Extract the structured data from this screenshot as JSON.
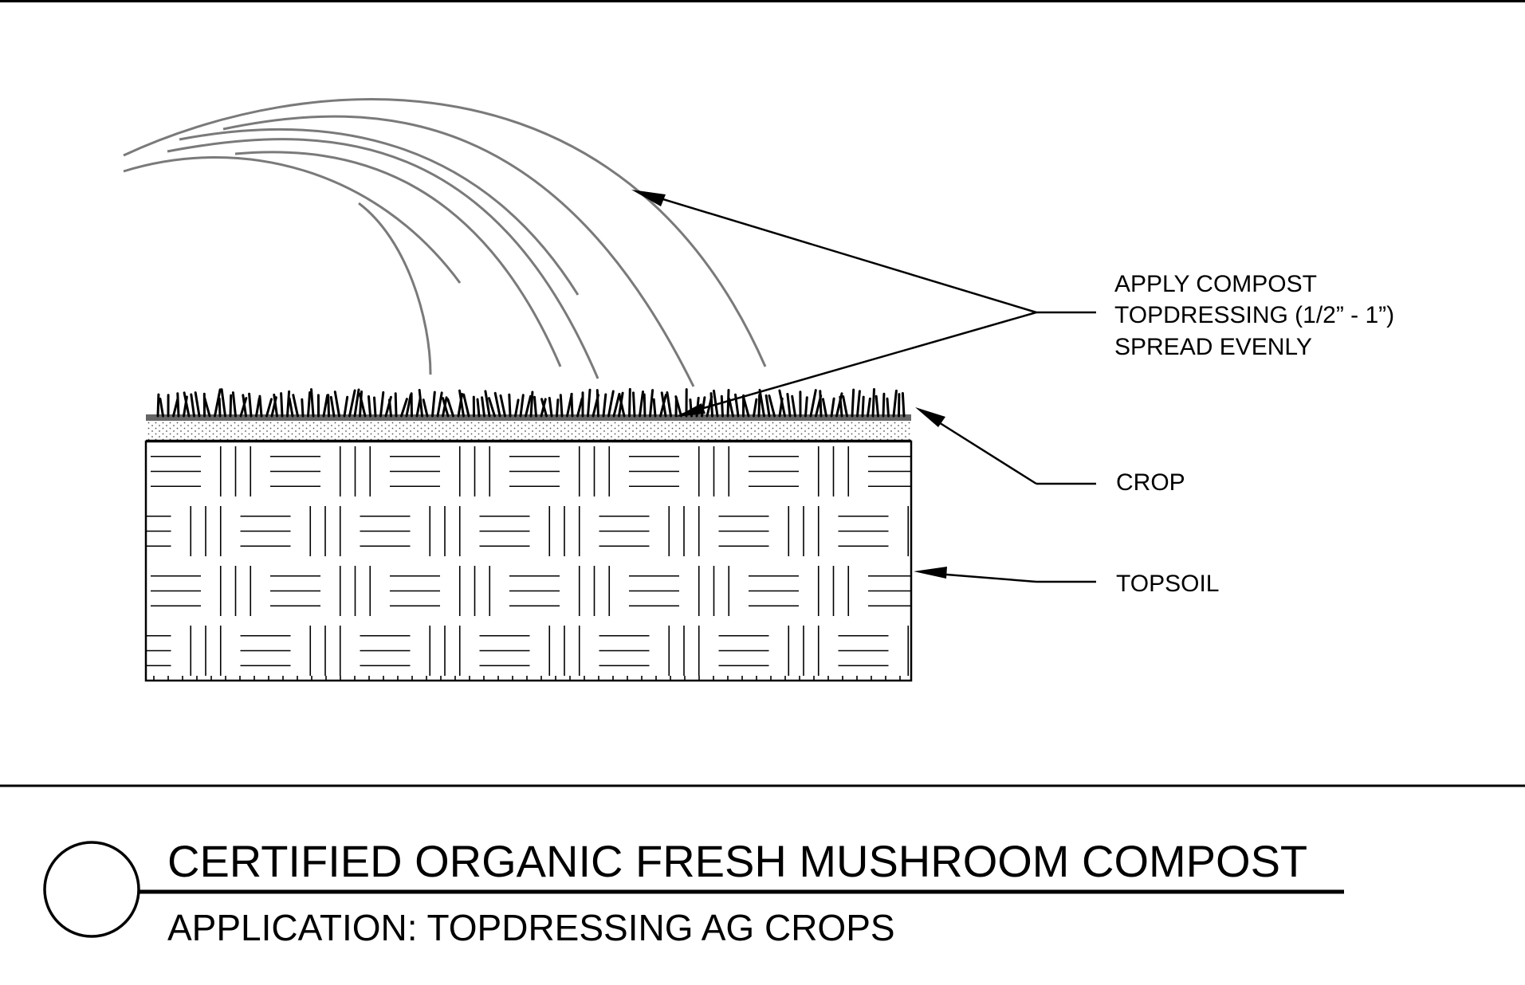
{
  "callouts": {
    "compost": {
      "line1": "APPLY COMPOST",
      "line2": "TOPDRESSING (1/2” - 1”)",
      "line3": "SPREAD EVENLY"
    },
    "crop": "CROP",
    "topsoil": "TOPSOIL"
  },
  "title_block": {
    "title": "CERTIFIED ORGANIC FRESH MUSHROOM COMPOST",
    "subtitle": "APPLICATION: TOPDRESSING AG CROPS"
  },
  "colors": {
    "ink": "#000000",
    "spray": "#7a7a7a",
    "background": "#ffffff"
  }
}
